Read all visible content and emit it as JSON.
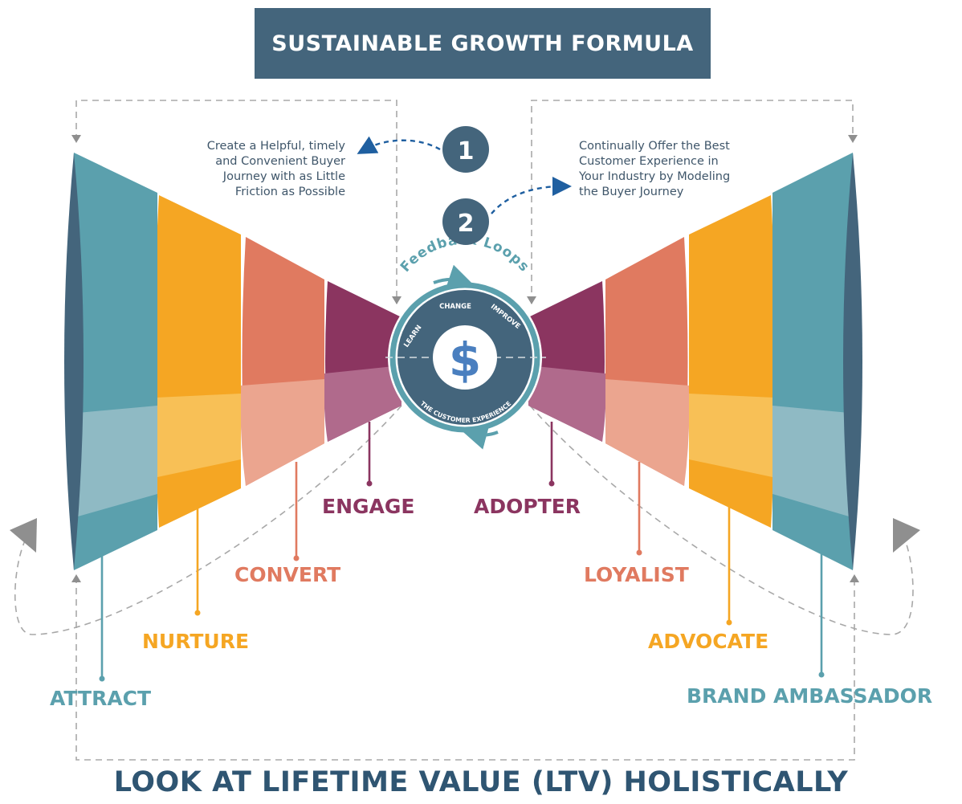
{
  "title": "SUSTAINABLE GROWTH FORMULA",
  "bottom_title": "LOOK AT LIFETIME VALUE (LTV) HOLISTICALLY",
  "step1": {
    "number": "1",
    "lines": [
      "Create a Helpful, timely",
      "and Convenient Buyer",
      "Journey with as Little",
      "Friction as Possible"
    ]
  },
  "step2": {
    "number": "2",
    "lines": [
      "Continually Offer the Best",
      "Customer Experience in",
      "Your Industry by Modeling",
      "the Buyer Journey"
    ]
  },
  "hub": {
    "feedback_label": "Feedback Loops",
    "learn": "LEARN",
    "change": "CHANGE",
    "improve": "IMPROVE",
    "customer_experience": "THE CUSTOMER EXPERIENCE",
    "symbol": "$"
  },
  "stages": {
    "attract": "ATTRACT",
    "nurture": "NURTURE",
    "convert": "CONVERT",
    "engage": "ENGAGE",
    "adopter": "ADOPTER",
    "loyalist": "LOYALIST",
    "advocate": "ADVOCATE",
    "brand_ambassador": "BRAND AMBASSADOR"
  },
  "colors": {
    "navy": "#44657c",
    "teal": "#5ba0ad",
    "orange": "#f5a623",
    "salmon": "#e07a60",
    "plum": "#8b3560",
    "dark_title": "#2f5572",
    "arrow_blue": "#1f5fa0"
  }
}
